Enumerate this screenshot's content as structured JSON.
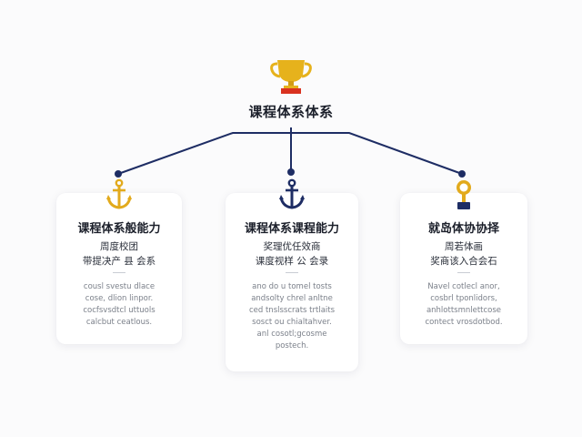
{
  "title": "课程体系体系",
  "colors": {
    "navy": "#1e2d64",
    "gold": "#e2aa1c",
    "red": "#d9321f"
  },
  "top_icon": "trophy-icon",
  "cards": [
    {
      "icon": "anchor-icon",
      "title": "课程体系般能力",
      "sub1": "周度校团",
      "sub2": "带提决产  县  会系",
      "body": [
        "cousl svestu dlace",
        "cose, dlion linpor.",
        "cocfsvsdtcl uttuols",
        "calcbut ceatlous."
      ]
    },
    {
      "icon": "anchor-icon",
      "title": "课程体系课程能力",
      "sub1": "奖理优任效商",
      "sub2": "课度视样  公  会录",
      "body": [
        "ano do u tomel tosts",
        "andsolty chrel anltne",
        "ced tnslsscrats trtlaits",
        "sosct ou chialtahver.",
        "anl cosotl;gcosme",
        "postech."
      ]
    },
    {
      "icon": "award-icon",
      "title": "就岛体协协择",
      "sub1": "周若体画",
      "sub2": "奖商该入合会石",
      "body": [
        "Navel cotlecl anor,",
        "cosbrl tponlidors,",
        "anhlottsmnlettcose",
        "contect vrosdotbod."
      ]
    }
  ]
}
